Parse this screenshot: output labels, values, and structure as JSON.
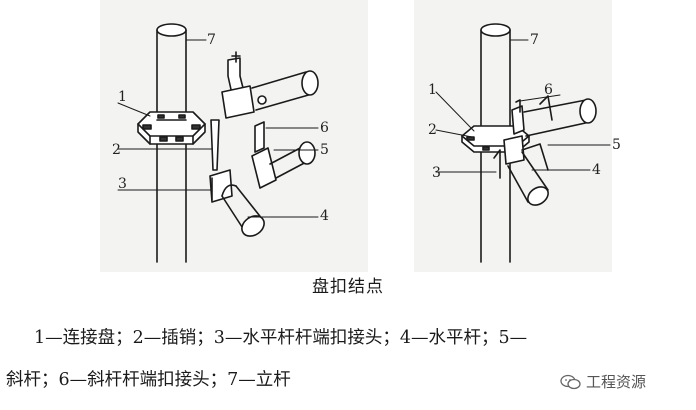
{
  "figure": {
    "left_callouts": [
      "1",
      "2",
      "3",
      "4",
      "5",
      "6",
      "7"
    ],
    "right_callouts": [
      "1",
      "2",
      "3",
      "4",
      "5",
      "6",
      "7"
    ],
    "caption_title": "盘扣结点",
    "legend_line1": "1—连接盘；2—插销；3—水平杆杆端扣接头；4—水平杆；5—",
    "legend_line2": "斜杆；6—斜杆杆端扣接头；7—立杆"
  },
  "watermark": {
    "icon": "wechat-icon",
    "text": "工程资源"
  }
}
